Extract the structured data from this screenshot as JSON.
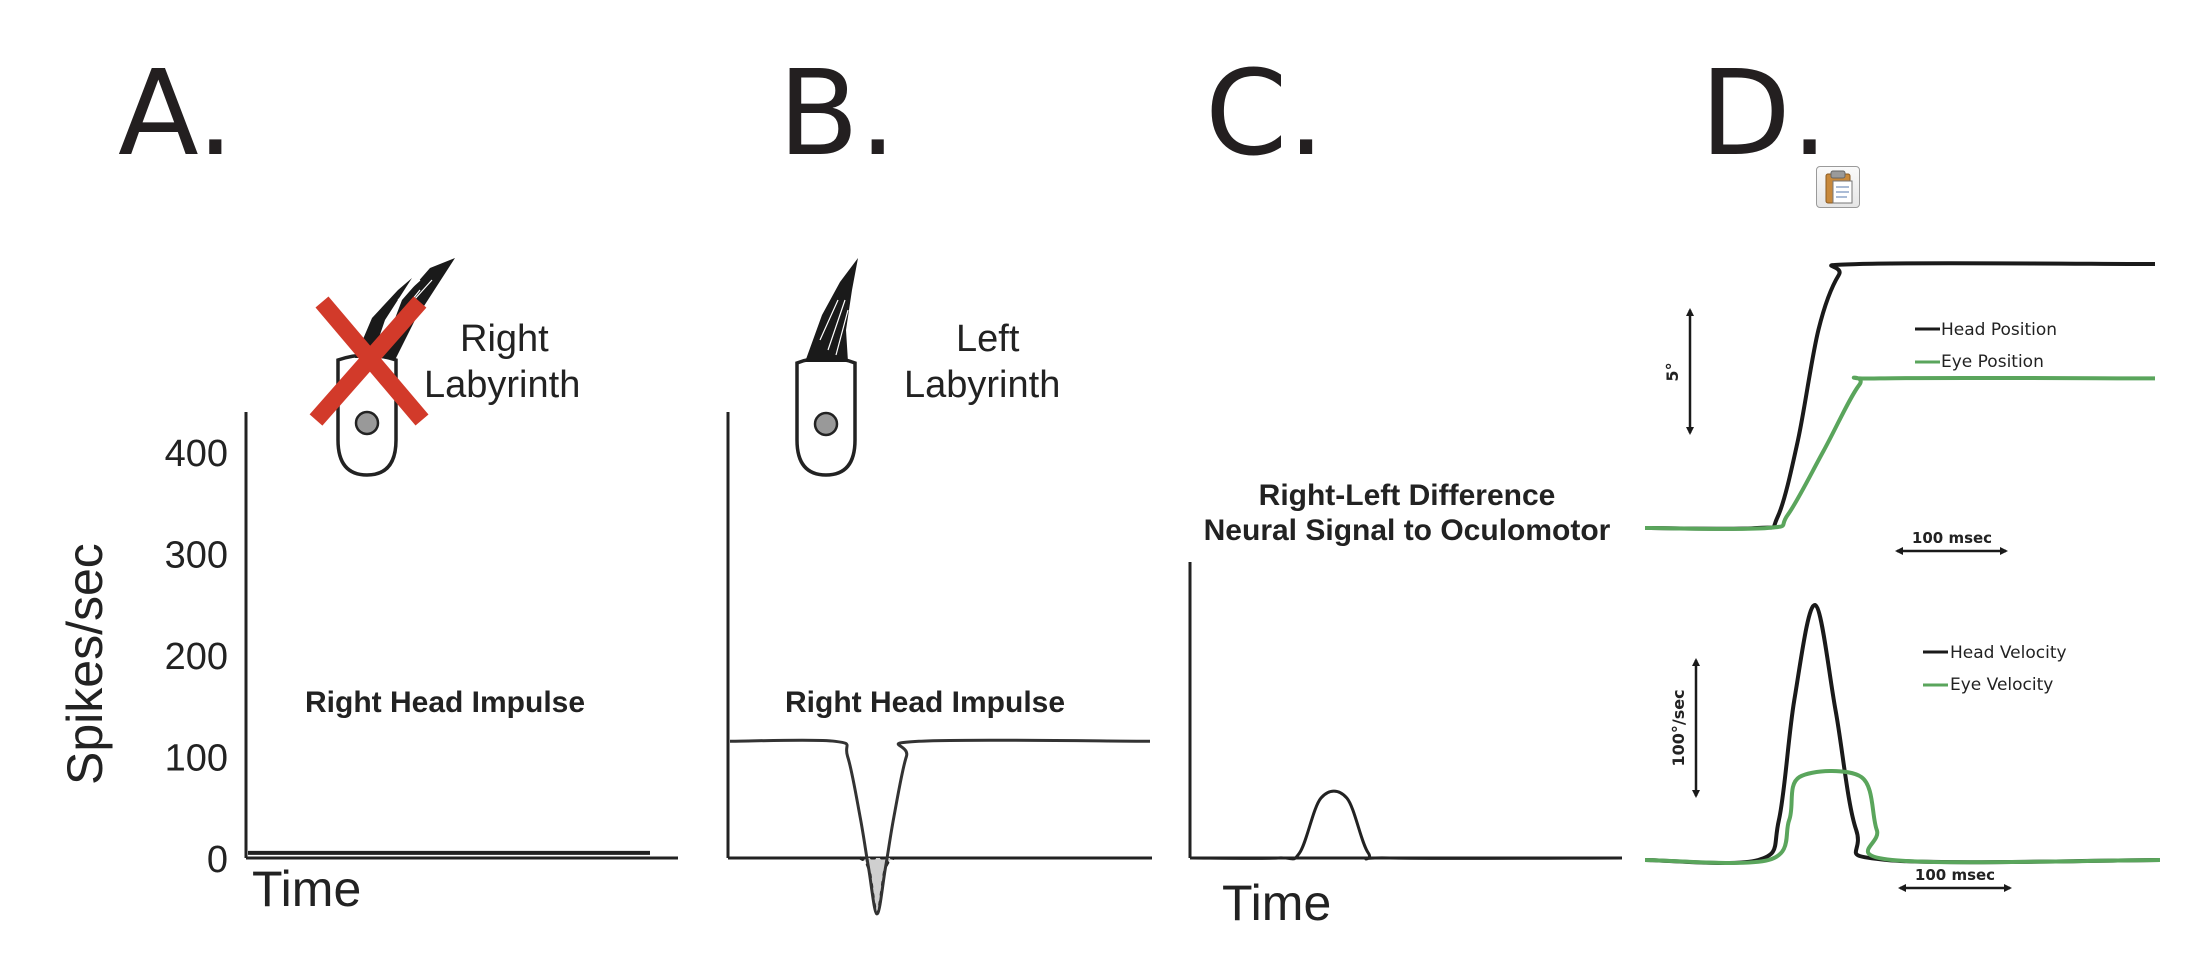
{
  "panels": {
    "a": {
      "letter": "A.",
      "label_line1": "Right",
      "label_line2": "Labyrinth",
      "annotation": "Right Head Impulse",
      "xlabel": "Time",
      "ylabel": "Spikes/sec"
    },
    "b": {
      "letter": "B.",
      "label_line1": "Left",
      "label_line2": "Labyrinth",
      "annotation": "Right Head Impulse"
    },
    "c": {
      "letter": "C.",
      "title_line1": "Right-Left Difference",
      "title_line2": "Neural Signal to Oculomotor",
      "xlabel": "Time"
    },
    "d": {
      "letter": "D.",
      "top": {
        "legend": [
          "Head Position",
          "Eye Position"
        ],
        "vscale": "5°",
        "tscale": "100 msec"
      },
      "bottom": {
        "legend": [
          "Head Velocity",
          "Eye Velocity"
        ],
        "vscale": "100°/sec",
        "tscale": "100 msec"
      }
    }
  },
  "colors": {
    "head": "#1a1a1a",
    "eye": "#5aa55c",
    "lesion_x": "#d23a2a",
    "fill": "#cfcfcf"
  },
  "icons": {
    "clipboard": "clipboard-icon"
  },
  "chart_data": [
    {
      "type": "line",
      "panel": "A",
      "ylabel": "Spikes/sec",
      "xlabel": "Time",
      "yticks": [
        0,
        100,
        200,
        300,
        400
      ],
      "ylim": [
        0,
        420
      ],
      "series": [
        {
          "values": [
            5,
            5,
            5,
            5,
            5,
            5,
            5,
            5,
            5
          ]
        }
      ]
    },
    {
      "type": "line",
      "panel": "B",
      "ylim": [
        -60,
        420
      ],
      "x": [
        0,
        0.25,
        0.28,
        0.31,
        0.33,
        0.35,
        0.37,
        0.39,
        0.42,
        0.45,
        1
      ],
      "series": [
        {
          "values": [
            115,
            115,
            100,
            40,
            -10,
            -55,
            -10,
            40,
            100,
            115,
            115
          ]
        }
      ]
    },
    {
      "type": "line",
      "panel": "C",
      "xlabel": "Time",
      "x": [
        0,
        0.2,
        0.25,
        0.3,
        0.36,
        0.41,
        0.46,
        1
      ],
      "series": [
        {
          "values": [
            0,
            0,
            5,
            60,
            60,
            5,
            0,
            0
          ]
        }
      ]
    },
    {
      "type": "line",
      "panel": "D-top",
      "series": [
        {
          "name": "Head Position",
          "x": [
            0,
            0.22,
            0.26,
            0.3,
            0.34,
            0.38,
            0.42,
            1
          ],
          "values": [
            0,
            0,
            0.5,
            4,
            9,
            11.5,
            12,
            12
          ]
        },
        {
          "name": "Eye Position",
          "x": [
            0,
            0.24,
            0.28,
            0.35,
            0.42,
            0.46,
            1
          ],
          "values": [
            0,
            0,
            0.6,
            3.5,
            6.5,
            6.8,
            6.8
          ]
        }
      ]
    },
    {
      "type": "line",
      "panel": "D-bottom",
      "series": [
        {
          "name": "Head Velocity",
          "x": [
            0,
            0.22,
            0.26,
            0.29,
            0.33,
            0.37,
            0.41,
            0.47,
            1
          ],
          "values": [
            0,
            0,
            40,
            160,
            255,
            150,
            30,
            0,
            0
          ]
        },
        {
          "name": "Eye Velocity",
          "x": [
            0,
            0.24,
            0.28,
            0.3,
            0.42,
            0.45,
            0.48,
            1
          ],
          "values": [
            0,
            0,
            40,
            83,
            83,
            30,
            0,
            0
          ]
        }
      ]
    }
  ]
}
